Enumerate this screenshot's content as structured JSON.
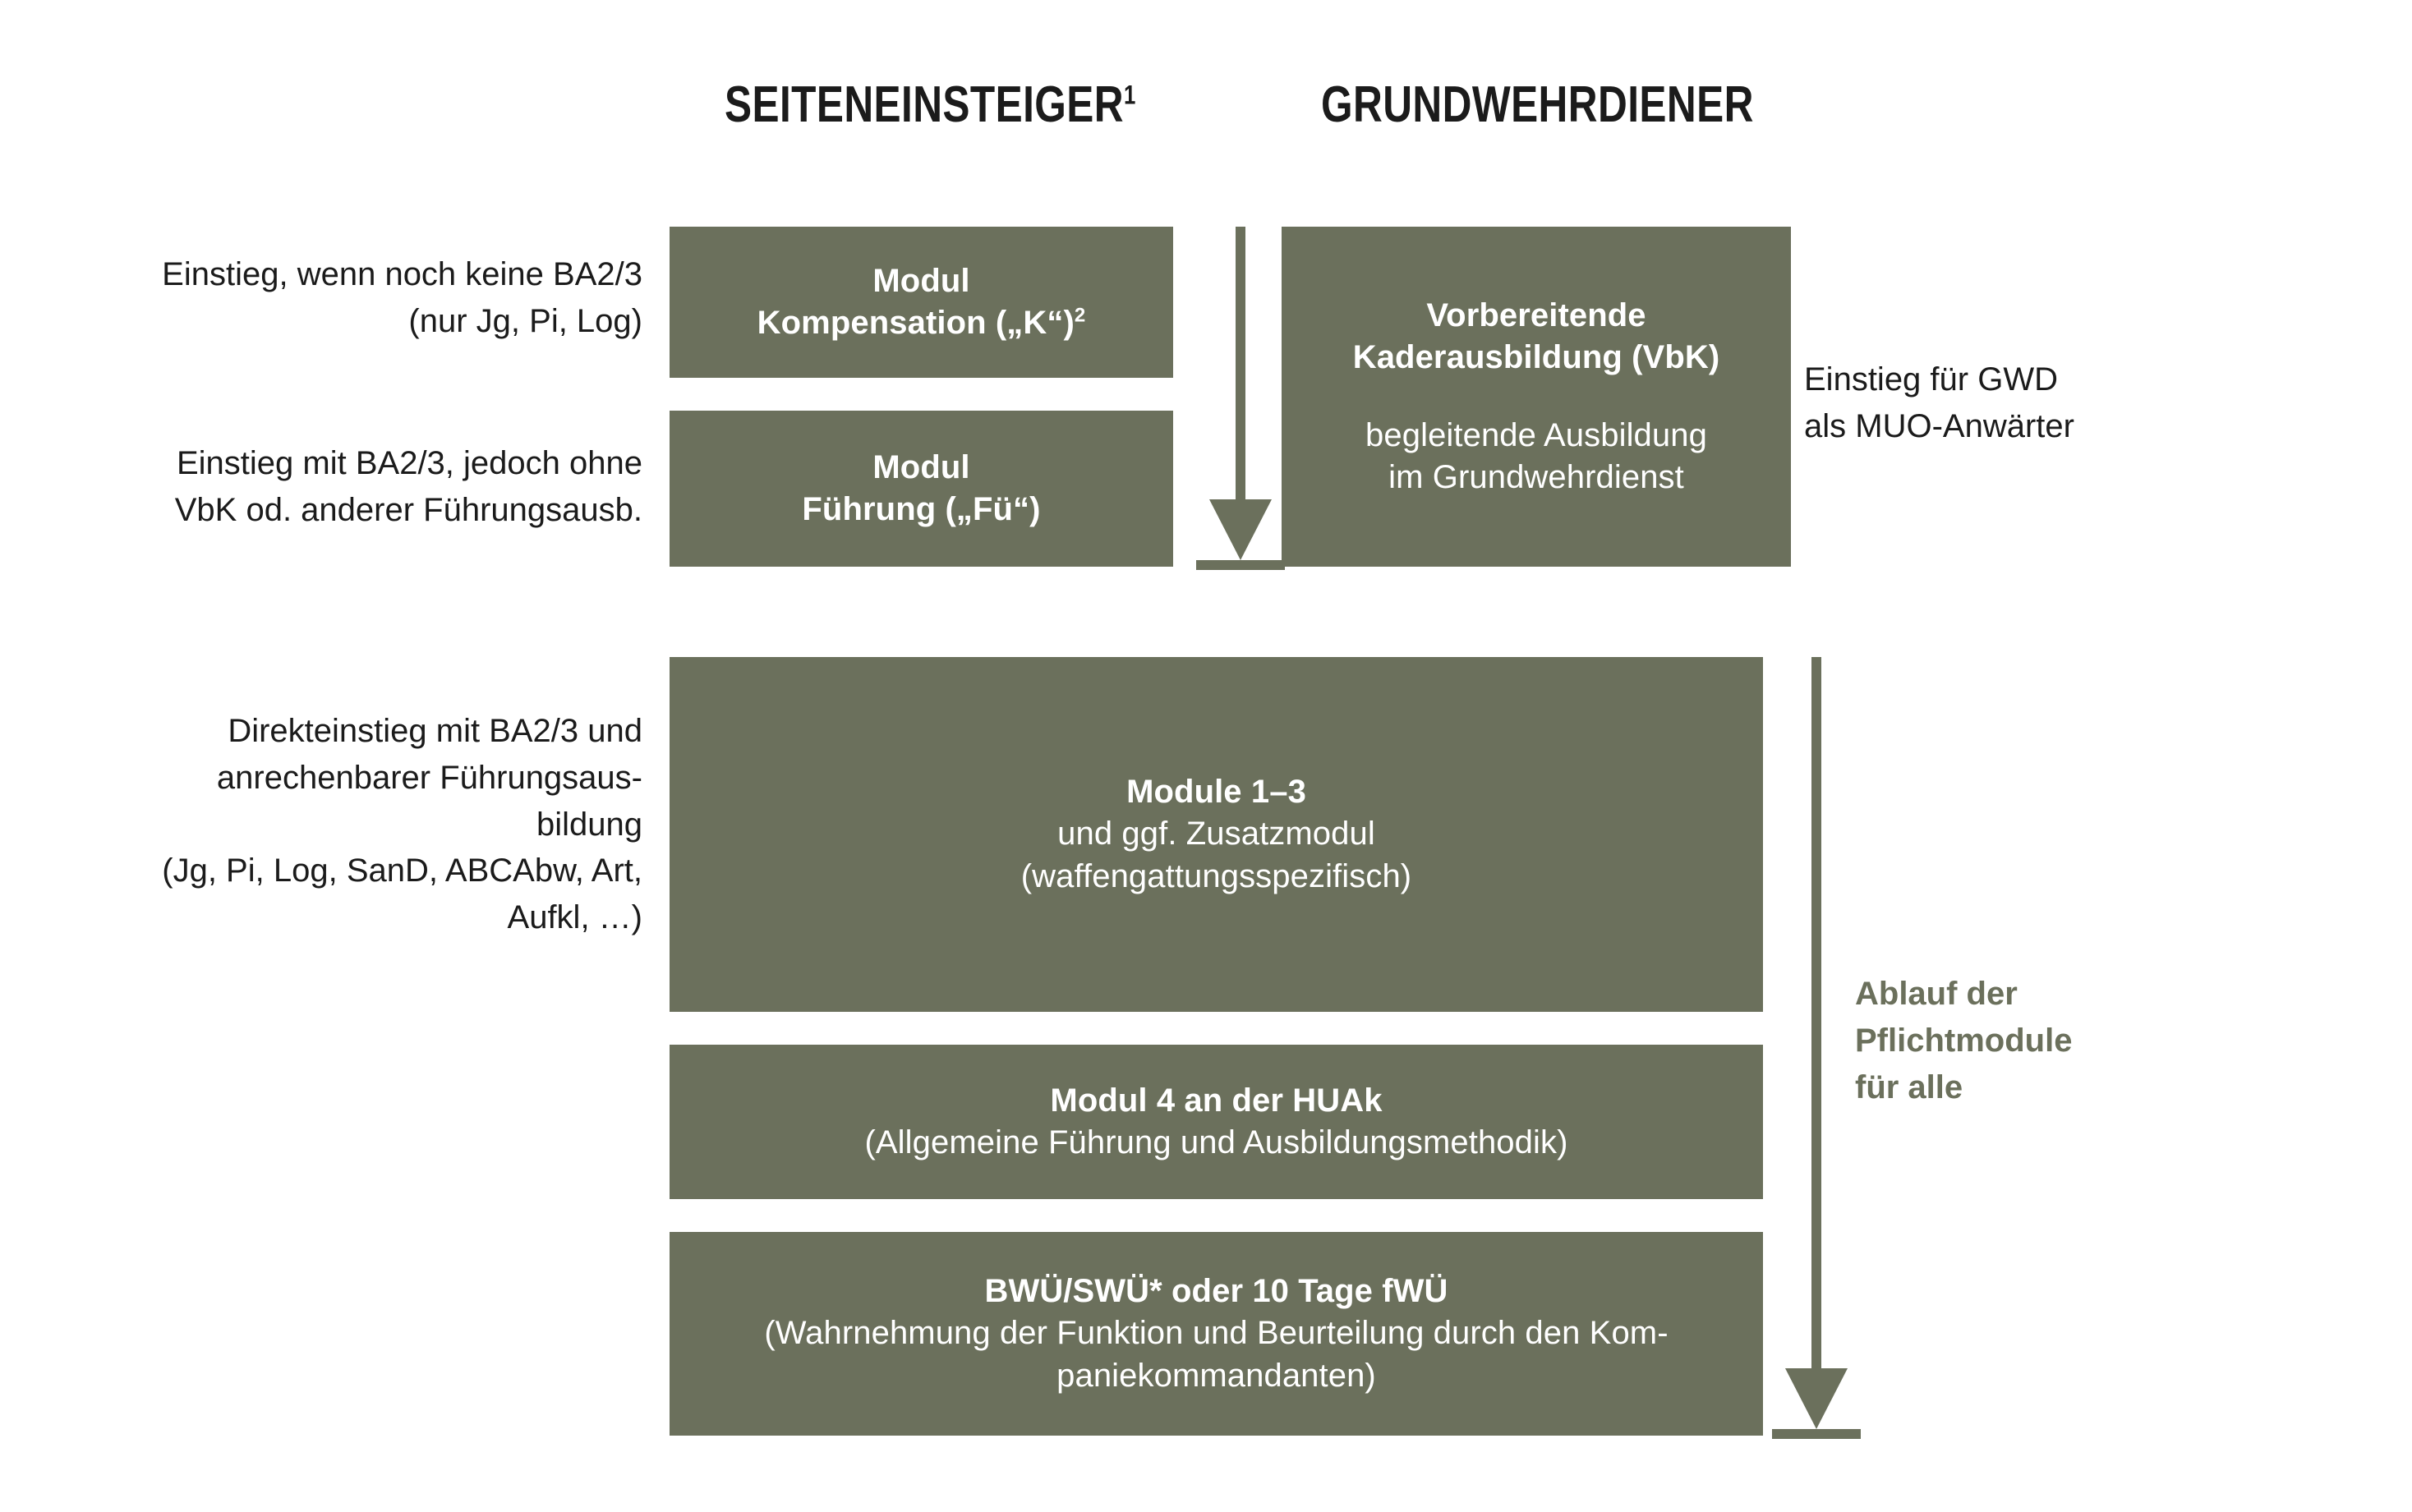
{
  "columns": {
    "left_header": "SEITENEINSTEIGER",
    "left_header_sup": "1",
    "right_header": "GRUNDWEHRDIENER"
  },
  "left_notes": [
    {
      "id": "note-no-ba",
      "line1": "Einstieg, wenn noch keine BA2/3",
      "line2": "(nur Jg, Pi, Log)"
    },
    {
      "id": "note-with-ba",
      "line1": "Einstieg mit BA2/3, jedoch ohne",
      "line2": "VbK od. anderer Führungsausb."
    },
    {
      "id": "note-direct",
      "line1": "Direkteinstieg mit BA2/3 und",
      "line2": "anrechenbarer Führungsaus-",
      "line3": "bildung",
      "line4": "(Jg, Pi, Log, SanD, ABCAbw, Art,",
      "line5": "Aufkl, …)"
    }
  ],
  "right_notes": {
    "gwd_entry_line1": "Einstieg für GWD",
    "gwd_entry_line2": "als MUO-Anwärter",
    "flow_line1": "Ablauf der",
    "flow_line2": "Pflichtmodule",
    "flow_line3": "für alle"
  },
  "boxes": {
    "kompensation": {
      "title_line1": "Modul",
      "title_line2": "Kompensation („K“)",
      "title_sup": "2"
    },
    "fuehrung": {
      "title_line1": "Modul",
      "title_line2": "Führung („Fü“)"
    },
    "vbk": {
      "title_line1": "Vorbereitende",
      "title_line2": "Kaderausbildung (VbK)",
      "sub_line1": "begleitende Ausbildung",
      "sub_line2": "im Grundwehrdienst"
    },
    "module13": {
      "title": "Module 1–3",
      "sub_line1": "und ggf. Zusatzmodul",
      "sub_line2": "(waffengattungsspezifisch)"
    },
    "module4": {
      "title": "Modul 4 an der HUAk",
      "sub_line1": "(Allgemeine Führung und Ausbildungsmethodik)"
    },
    "bwue": {
      "title": "BWÜ/SWÜ* oder 10 Tage fWÜ",
      "sub_line1": "(Wahrnehmung der Funktion und Beurteilung durch den Kom-",
      "sub_line2": "paniekommandanten)"
    }
  },
  "colors": {
    "olive": "#6b705c",
    "text": "#1b1b1b",
    "background": "#ffffff"
  }
}
